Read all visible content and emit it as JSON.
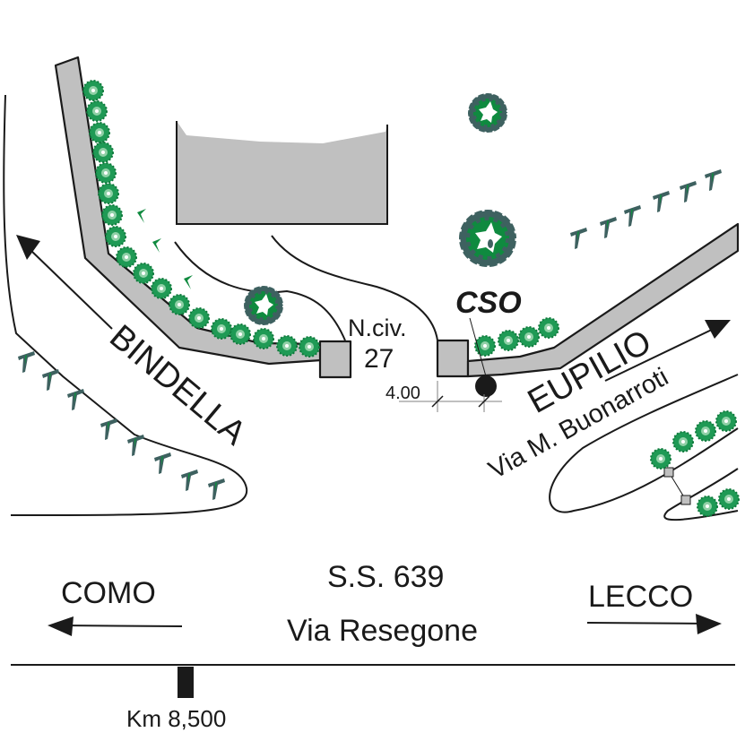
{
  "map": {
    "title": "Location map",
    "colors": {
      "wall_fill": "#c0c0c0",
      "outline": "#1a1a1a",
      "hedge_green": "#1f9a55",
      "tree_dark": "#3e6160",
      "tree_green": "#0f8a3f",
      "conifer": "#3e6160"
    },
    "labels": {
      "street_left": "BINDELLA",
      "street_right": "EUPILIO",
      "street_right_sub": "Via M. Buonarroti",
      "civic_number_label": "N.civ.",
      "civic_number_value": "27",
      "site_code": "CSO",
      "dimension": "4.00",
      "main_road_code": "S.S. 639",
      "main_road_name": "Via Resegone",
      "direction_left": "COMO",
      "direction_right": "LECCO",
      "kilometer_marker": "Km 8,500"
    },
    "icons": {
      "site_marker": "filled-circle",
      "hedge": "round-shrub",
      "tree": "deciduous-tree-crown",
      "conifer": "t-shaped-conifer",
      "arrow": "direction-arrow",
      "km_marker": "black-post"
    }
  }
}
